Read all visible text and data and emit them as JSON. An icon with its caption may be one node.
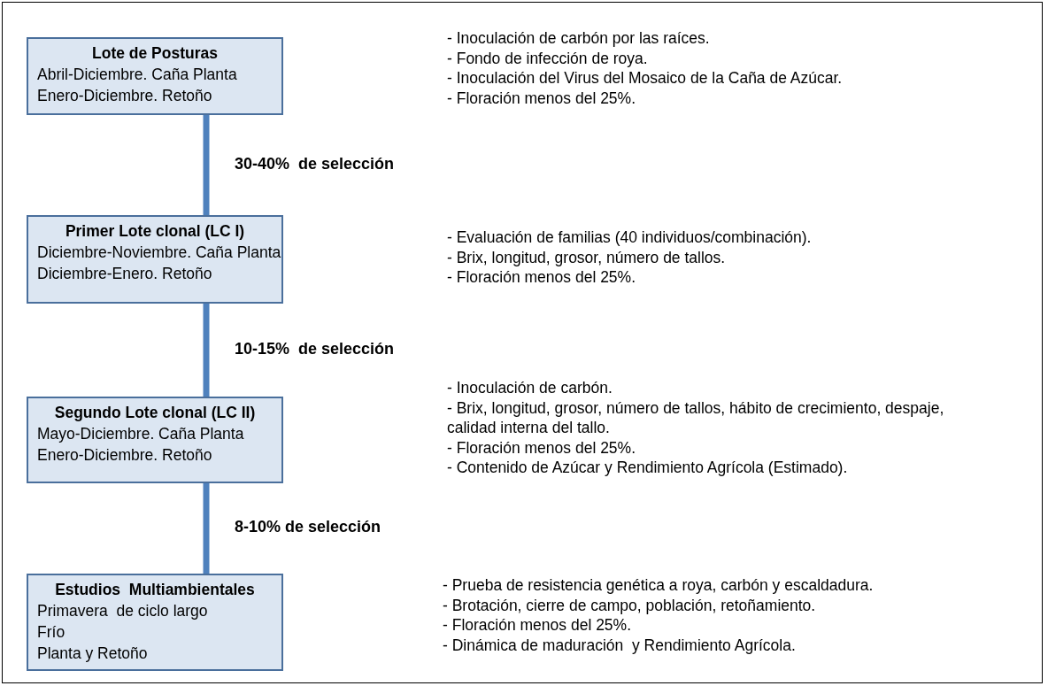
{
  "diagram": {
    "nodes": [
      {
        "text": [
          "Lote de Posturas",
          "Abril-Diciembre. Caña Planta",
          "Enero-Diciembre. Retoño"
        ],
        "beside": [
          "- Inoculación de carbón por las raíces.",
          "- Fondo de infección de roya.",
          "- Inoculación del Virus del Mosaico de la Caña de Azúcar.",
          "- Floración menos del 25%."
        ]
      },
      {
        "text": [
          "Primer Lote clonal (LC I)",
          "Diciembre-Noviembre. Caña Planta",
          "Diciembre-Enero. Retoño"
        ],
        "beside": [
          "- Evaluación de familias (40 individuos/combinación).",
          "- Brix, longitud, grosor, número de tallos.",
          "- Floración menos del 25%."
        ]
      },
      {
        "text": [
          "Segundo Lote clonal (LC II)",
          "Mayo-Diciembre. Caña Planta",
          "Enero-Diciembre. Retoño"
        ],
        "beside": [
          "- Inoculación de carbón.",
          "- Brix, longitud, grosor, número de tallos, hábito de crecimiento, despaje, calidad interna del tallo.",
          "- Floración menos del 25%.",
          "- Contenido de Azúcar y Rendimiento Agrícola (Estimado)."
        ]
      },
      {
        "text": [
          "Estudios  Multiambientales",
          "Primavera  de ciclo largo",
          "Frío",
          "Planta y Retoño"
        ],
        "beside": [
          "- Prueba de resistencia genética a roya, carbón y escaldadura.",
          "- Brotación, cierre de campo, población, retoñamiento.",
          "- Floración menos del 25%.",
          "- Dinámica de maduración  y Rendimiento Agrícola."
        ]
      }
    ],
    "edges": [
      {
        "from": 0,
        "to": 1,
        "arrow": "none",
        "label": "30-40%  de selección"
      },
      {
        "from": 1,
        "to": 2,
        "arrow": "none",
        "label": "10-15%  de selección"
      },
      {
        "from": 2,
        "to": 3,
        "arrow": "none",
        "label": "8-10% de selección"
      }
    ]
  }
}
